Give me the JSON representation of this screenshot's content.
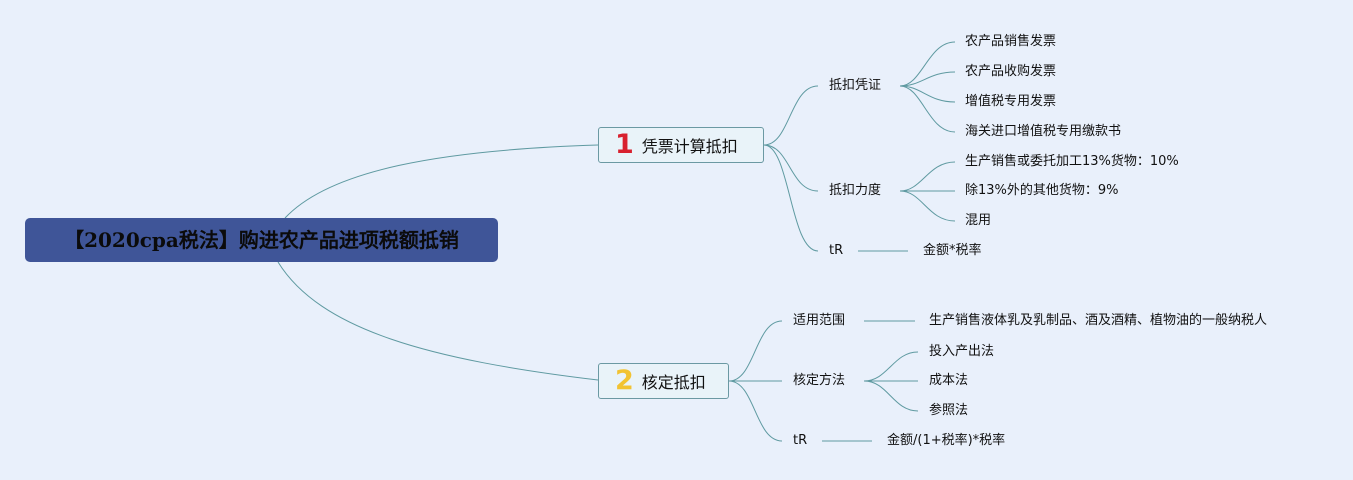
{
  "root": {
    "label": "【2020cpa税法】购进农产品进项税额抵销"
  },
  "colors": {
    "background": "#e9f0fb",
    "root_fill": "#3f5598",
    "branch_fill": "#e9f3f9",
    "line": "#5f9aa1",
    "badge_1": "#d8212f",
    "badge_2": "#f2c332"
  },
  "branches": [
    {
      "badge": "1",
      "label": "凭票计算抵扣",
      "subtopics": [
        {
          "label": "抵扣凭证",
          "leaves": [
            "农产品销售发票",
            "农产品收购发票",
            "增值税专用发票",
            "海关进口增值税专用缴款书"
          ]
        },
        {
          "label": "抵扣力度",
          "leaves": [
            "生产销售或委托加工13%货物：10%",
            "除13%外的其他货物：9%",
            "混用"
          ]
        },
        {
          "label": "tR",
          "leaves": [
            "金额*税率"
          ]
        }
      ]
    },
    {
      "badge": "2",
      "label": "核定抵扣",
      "subtopics": [
        {
          "label": "适用范围",
          "leaves": [
            "生产销售液体乳及乳制品、酒及酒精、植物油的一般纳税人"
          ]
        },
        {
          "label": "核定方法",
          "leaves": [
            "投入产出法",
            "成本法",
            "参照法"
          ]
        },
        {
          "label": "tR",
          "leaves": [
            "金额/(1+税率)*税率"
          ]
        }
      ]
    }
  ]
}
